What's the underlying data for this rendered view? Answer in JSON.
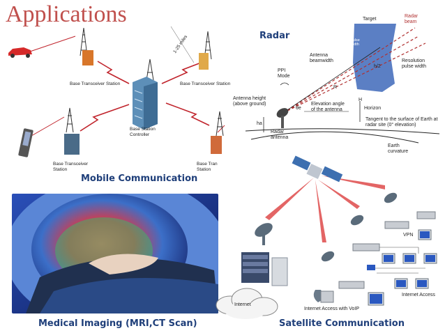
{
  "title": "Applications",
  "mobile": {
    "caption": "Mobile Communication",
    "bts_top_left": "Base Transceiver Station",
    "bts_top_right": "Base Transceiver Station",
    "bsc": "Base Station Controller",
    "bts_bottom_left": "Base Transceiver Station",
    "bts_bottom_right": "Base Tran Station",
    "distance": "1-25 miles"
  },
  "radar": {
    "caption": "Radar",
    "target": "Target",
    "radar_beam": "Radar beam",
    "pulse_width": "Pulse width",
    "antenna_beamwidth": "Antenna beamwidth",
    "resolution": "Resolution pulse width",
    "h2": "h/2",
    "ppi_mode": "PPI Mode",
    "r": "R",
    "h": "H",
    "antenna_height": "Antenna height (above ground)",
    "theta": "θe",
    "elevation": "Elevation angle of the antenna",
    "horizon": "Horizon",
    "ha": "ha",
    "radar_antenna": "Radar antenna",
    "tangent": "Tangent to the surface of Earth at radar site (0° elevation)",
    "earth_curvature": "Earth curvature"
  },
  "medical": {
    "caption": "Medical Imaging (MRI,CT Scan)"
  },
  "satellite": {
    "caption": "Satellite Communication",
    "vpn": "VPN",
    "internet": "Internet",
    "internet_voip": "Internet Access with VoIP",
    "internet_access": "Internet Access"
  },
  "colors": {
    "title": "#c0504d",
    "caption": "#1f3f7a",
    "link": "#c0232b"
  }
}
